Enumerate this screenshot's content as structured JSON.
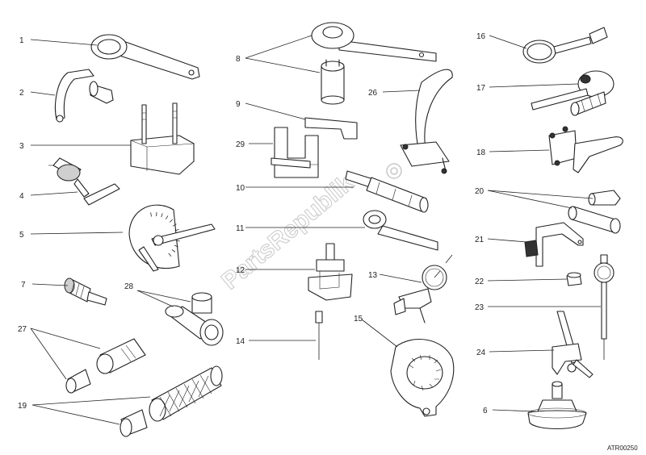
{
  "watermark": "PartsRepublik",
  "reference_code": "ATR00250",
  "callouts": [
    {
      "id": "1",
      "label": "1"
    },
    {
      "id": "2",
      "label": "2"
    },
    {
      "id": "3",
      "label": "3"
    },
    {
      "id": "4",
      "label": "4"
    },
    {
      "id": "5",
      "label": "5"
    },
    {
      "id": "7",
      "label": "7"
    },
    {
      "id": "27",
      "label": "27"
    },
    {
      "id": "19",
      "label": "19"
    },
    {
      "id": "28",
      "label": "28"
    },
    {
      "id": "8",
      "label": "8"
    },
    {
      "id": "9",
      "label": "9"
    },
    {
      "id": "29",
      "label": "29"
    },
    {
      "id": "10",
      "label": "10"
    },
    {
      "id": "11",
      "label": "11"
    },
    {
      "id": "12",
      "label": "12"
    },
    {
      "id": "14",
      "label": "14"
    },
    {
      "id": "13",
      "label": "13"
    },
    {
      "id": "15",
      "label": "15"
    },
    {
      "id": "26",
      "label": "26"
    },
    {
      "id": "16",
      "label": "16"
    },
    {
      "id": "17",
      "label": "17"
    },
    {
      "id": "18",
      "label": "18"
    },
    {
      "id": "20",
      "label": "20"
    },
    {
      "id": "21",
      "label": "21"
    },
    {
      "id": "22",
      "label": "22"
    },
    {
      "id": "23",
      "label": "23"
    },
    {
      "id": "24",
      "label": "24"
    },
    {
      "id": "6",
      "label": "6"
    }
  ],
  "dial_gauge_5": {
    "ticks": 12
  }
}
